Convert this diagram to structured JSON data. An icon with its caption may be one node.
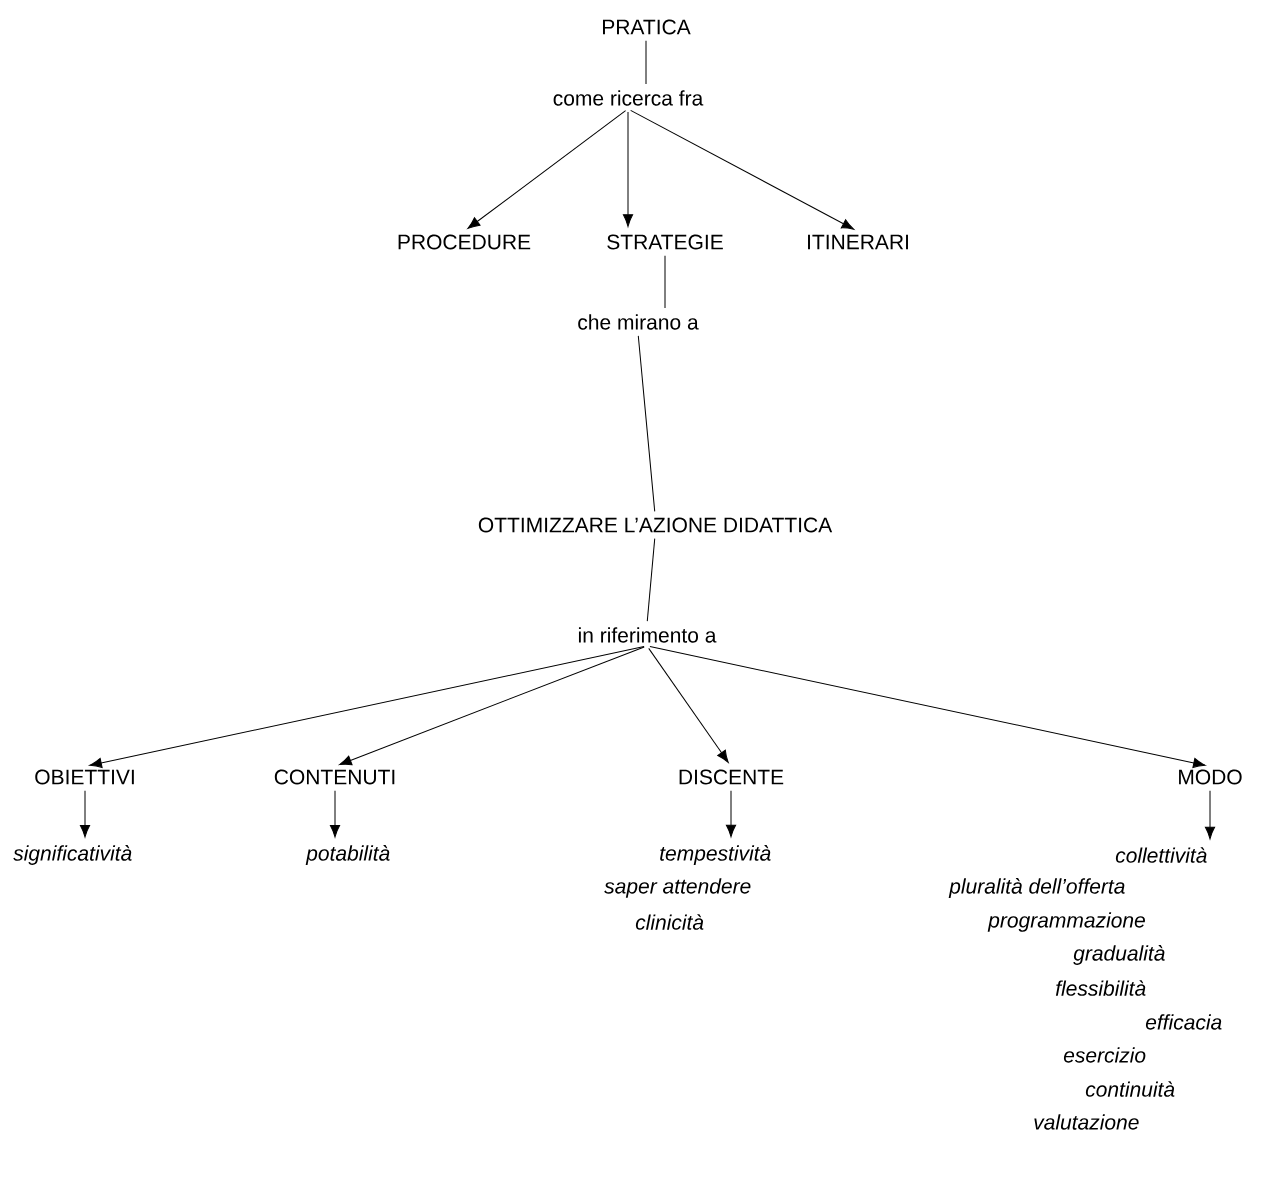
{
  "diagram": {
    "nodes": [
      {
        "text": [
          "PRATICA"
        ]
      },
      {
        "text": [
          "come ricerca fra"
        ]
      },
      {
        "text": [
          "PROCEDURE"
        ]
      },
      {
        "text": [
          "STRATEGIE"
        ]
      },
      {
        "text": [
          "ITINERARI"
        ]
      },
      {
        "text": [
          "che mirano a"
        ]
      },
      {
        "text": [
          "OTTIMIZZARE L’AZIONE DIDATTICA"
        ]
      },
      {
        "text": [
          "in riferimento a"
        ]
      },
      {
        "text": [
          "OBIETTIVI"
        ]
      },
      {
        "text": [
          "CONTENUTI"
        ]
      },
      {
        "text": [
          "DISCENTE"
        ]
      },
      {
        "text": [
          "MODO"
        ]
      },
      {
        "text": [
          "significatività"
        ]
      },
      {
        "text": [
          "potabilità"
        ]
      },
      {
        "text": [
          "tempestività",
          "saper attendere",
          "clinicità"
        ]
      },
      {
        "text": [
          "collettività",
          "pluralità dell’offerta",
          "programmazione",
          "gradualità",
          "flessibilità",
          "efficacia",
          "esercizio",
          "continuità",
          "valutazione"
        ]
      }
    ],
    "edges": [
      {
        "from": 0,
        "to": 1,
        "arrow": "none"
      },
      {
        "from": 1,
        "to": 2,
        "arrow": "to"
      },
      {
        "from": 1,
        "to": 3,
        "arrow": "to"
      },
      {
        "from": 1,
        "to": 4,
        "arrow": "to"
      },
      {
        "from": 3,
        "to": 5,
        "arrow": "none"
      },
      {
        "from": 5,
        "to": 6,
        "arrow": "none"
      },
      {
        "from": 6,
        "to": 7,
        "arrow": "none"
      },
      {
        "from": 7,
        "to": 8,
        "arrow": "to"
      },
      {
        "from": 7,
        "to": 9,
        "arrow": "to"
      },
      {
        "from": 7,
        "to": 10,
        "arrow": "to"
      },
      {
        "from": 7,
        "to": 11,
        "arrow": "to"
      },
      {
        "from": 8,
        "to": 12,
        "arrow": "to"
      },
      {
        "from": 9,
        "to": 13,
        "arrow": "to"
      },
      {
        "from": 10,
        "to": 14,
        "arrow": "to"
      },
      {
        "from": 11,
        "to": 15,
        "arrow": "to"
      }
    ]
  }
}
